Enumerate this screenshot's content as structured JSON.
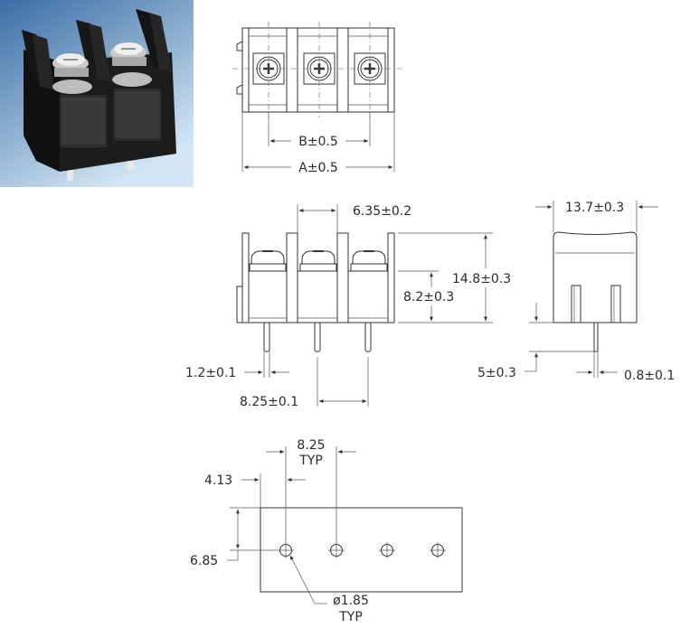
{
  "dimensions": {
    "top_view": {
      "pitch_b": "B±0.5",
      "overall_a": "A±0.5"
    },
    "front_view": {
      "pitch": "6.35±0.2",
      "height": "14.8±0.3",
      "body_height": "8.2±0.3",
      "pin_width": "1.2±0.1",
      "pin_pitch": "8.25±0.1"
    },
    "side_view": {
      "depth": "13.7±0.3",
      "pin_length": "5±0.3",
      "pin_thickness": "0.8±0.1"
    },
    "pcb_layout": {
      "hole_pitch": "8.25",
      "hole_pitch_note": "TYP",
      "edge_offset": "4.13",
      "row_offset": "6.85",
      "hole_diameter": "ø1.85",
      "hole_diameter_note": "TYP"
    }
  },
  "colors": {
    "photo_bg_top": "#3a6ea5",
    "photo_bg_bottom": "#cfe3f3",
    "terminal_body": "#1a1a1a",
    "line": "#333333"
  }
}
